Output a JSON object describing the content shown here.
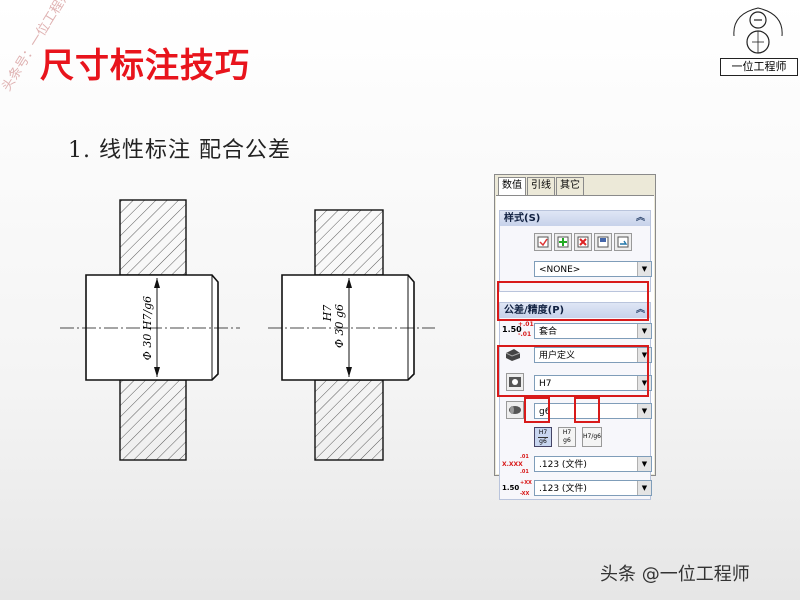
{
  "slide": {
    "title": "尺寸标注技巧",
    "subtitle": "1. 线性标注 配合公差",
    "watermark": "头条号：一位工程师",
    "logo_text": "一位工程师",
    "footer": "头条 @一位工程师"
  },
  "drawing": {
    "left_dim": "Φ 30 H7/g6",
    "right_dim_upper": "H7",
    "right_dim_lower": "Φ 30 g6"
  },
  "panel": {
    "tabs": [
      "数值",
      "引线",
      "其它"
    ],
    "style_group": {
      "title": "样式(S)",
      "combo": "<NONE>"
    },
    "tol_group": {
      "title": "公差/精度(P)",
      "tol_label_main": "1.50",
      "tol_label_up": "+.01",
      "tol_label_dn": "-.01",
      "tol_type": "套合",
      "classification": "用户定义",
      "hole_fit": "H7",
      "shaft_fit": "g6",
      "stack_btn_top": "H7",
      "stack_btn_bot": "g6",
      "stack2_top": "H7",
      "stack2_bot": "g6",
      "inline_btn": "H7/g6",
      "prec1_label": "X.XXX",
      "prec1_up": ".01",
      "prec1_dn": ".01",
      "prec1": ".123 (文件)",
      "prec2_label": "1.50",
      "prec2_up": "+XX",
      "prec2_dn": "-XX",
      "prec2": ".123 (文件)"
    }
  }
}
